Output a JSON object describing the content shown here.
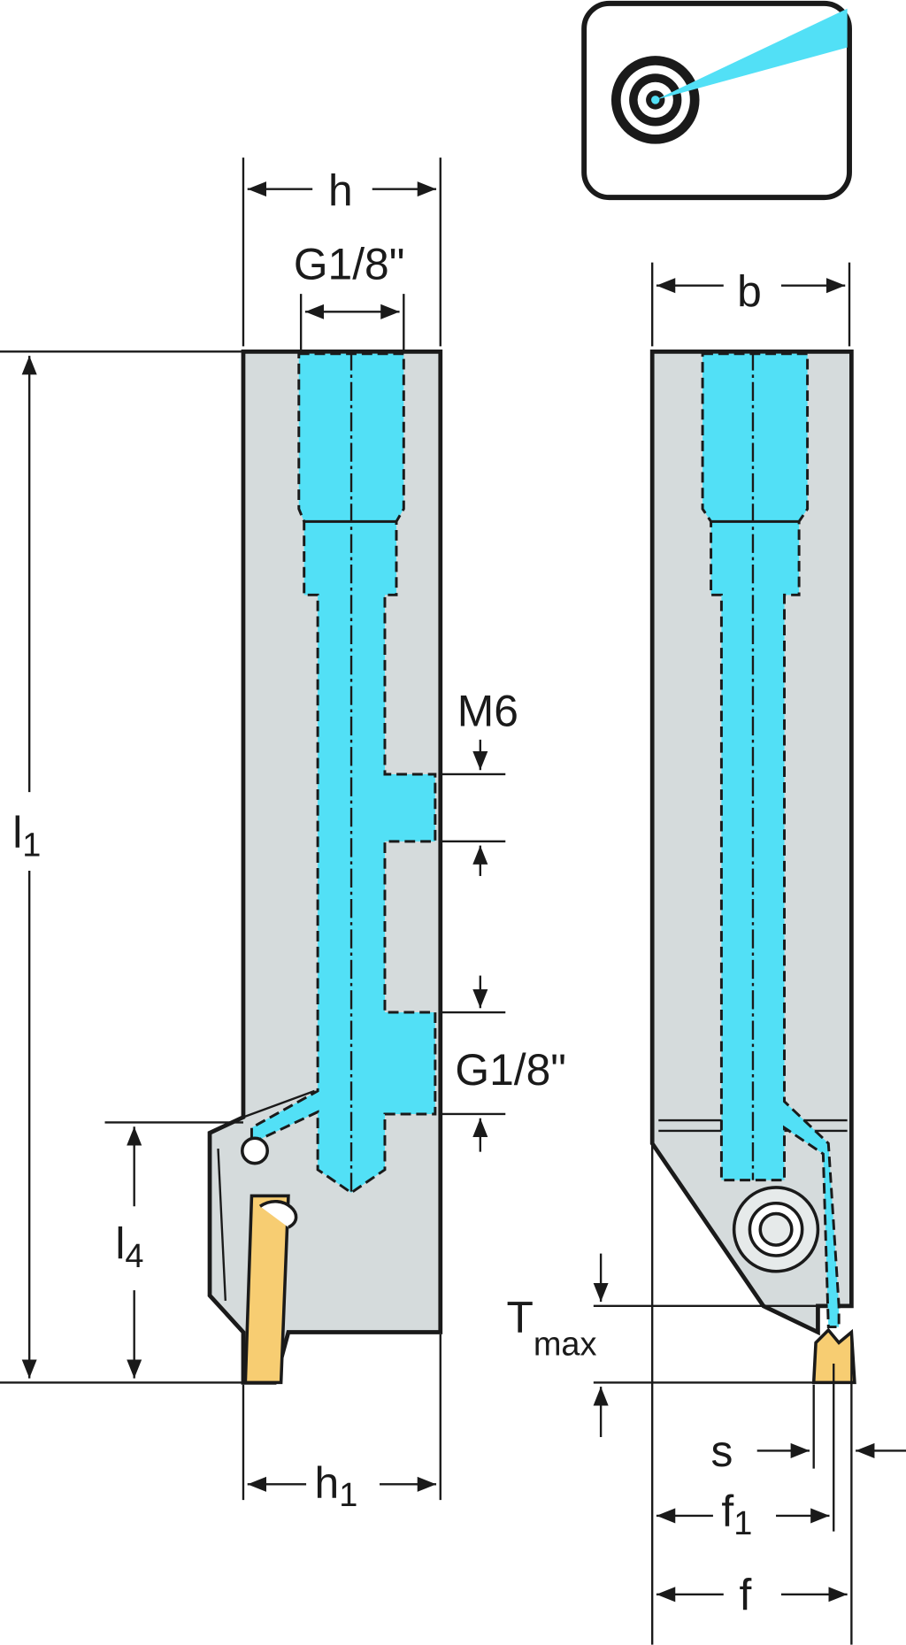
{
  "colors": {
    "body": "#d5dbdc",
    "coolant": "#52e0f6",
    "insert": "#f7cd72",
    "outline": "#1a1a1a"
  },
  "icon": "precision-coolant-target-icon",
  "labels": {
    "h": "h",
    "g18_top": "G1/8\"",
    "b": "b",
    "m6": "M6",
    "g18_side": "G1/8\"",
    "l1": "l",
    "l1_sub": "1",
    "l4": "l",
    "l4_sub": "4",
    "h1": "h",
    "h1_sub": "1",
    "tmax": "T",
    "tmax_sub": "max",
    "s": "s",
    "f1": "f",
    "f1_sub": "1",
    "f": "f"
  }
}
